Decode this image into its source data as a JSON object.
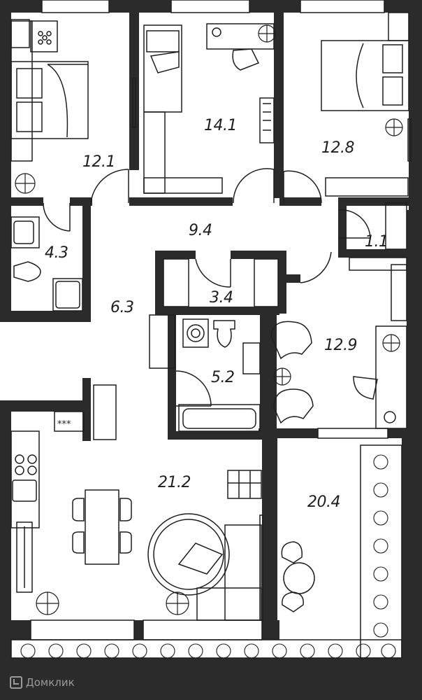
{
  "rooms": [
    {
      "id": "bedroom-left",
      "area": "12.1"
    },
    {
      "id": "bedroom-center",
      "area": "14.1"
    },
    {
      "id": "bedroom-right",
      "area": "12.8"
    },
    {
      "id": "hall",
      "area": "9.4"
    },
    {
      "id": "bathroom-small",
      "area": "4.3"
    },
    {
      "id": "storage-right",
      "area": "1.1"
    },
    {
      "id": "corridor",
      "area": "6.3"
    },
    {
      "id": "closet",
      "area": "3.4"
    },
    {
      "id": "bathroom",
      "area": "5.2"
    },
    {
      "id": "study",
      "area": "12.9"
    },
    {
      "id": "living-kitchen",
      "area": "21.2"
    },
    {
      "id": "terrace",
      "area": "20.4"
    }
  ],
  "kitchen_label": "***",
  "watermark": "Домклик",
  "colors": {
    "wall": "#2b2b2b",
    "line": "#1e1e1e",
    "background": "#ffffff"
  }
}
